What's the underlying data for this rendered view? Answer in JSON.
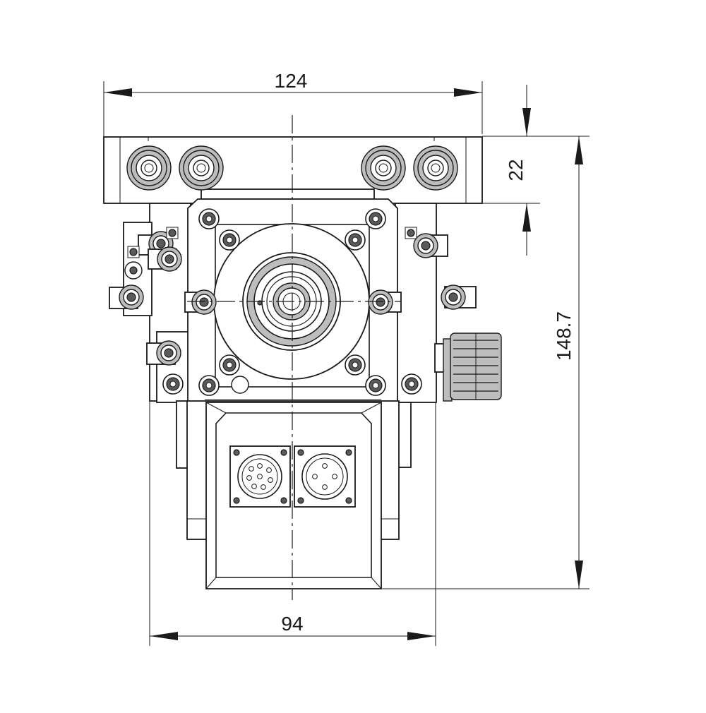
{
  "drawing": {
    "dimensions": {
      "top_width": "124",
      "bottom_width": "94",
      "total_height": "148.7",
      "bar_height": "22"
    },
    "colors": {
      "line": "#1a1a1a",
      "fill_gray": "#bdbdbd",
      "fill_dark": "#5a5a5a",
      "background": "#ffffff"
    }
  }
}
